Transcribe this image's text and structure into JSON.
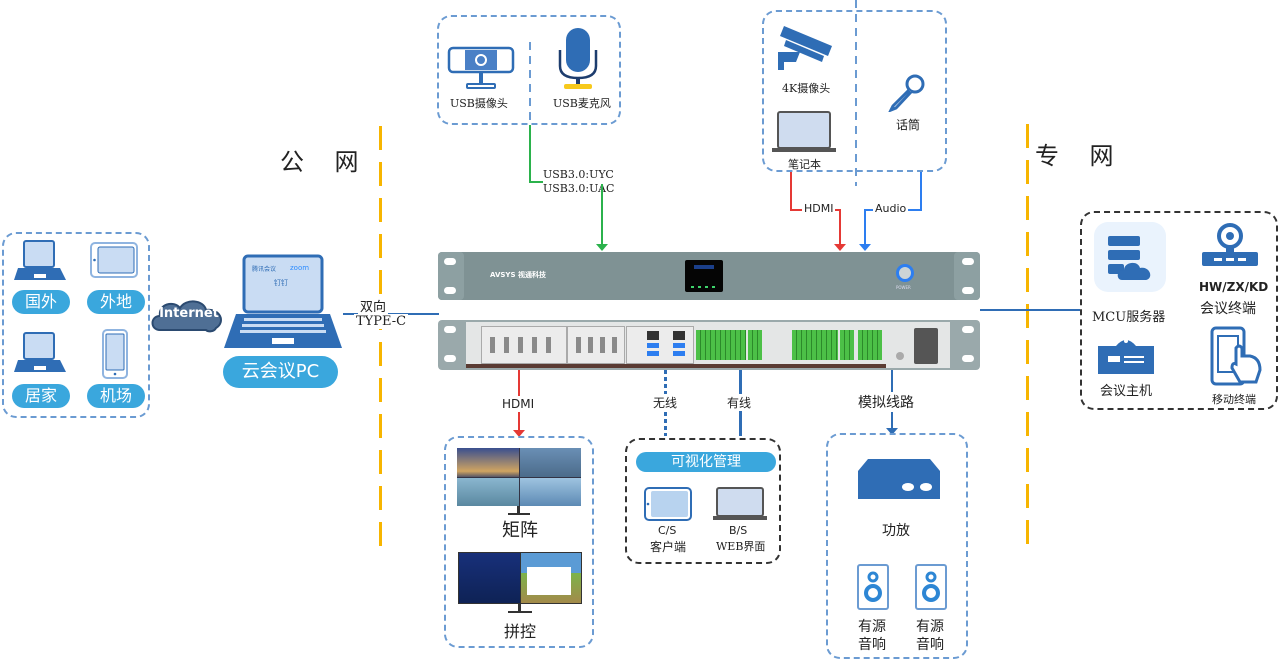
{
  "zones": {
    "public_label": "公    网",
    "private_label": "专    网"
  },
  "remote_sites": {
    "items": [
      {
        "label": "国外",
        "icon": "laptop-icon"
      },
      {
        "label": "外地",
        "icon": "tablet-icon"
      },
      {
        "label": "居家",
        "icon": "laptop-icon"
      },
      {
        "label": "机场",
        "icon": "phone-icon"
      }
    ],
    "cloud_label": "Internet"
  },
  "cloud_pc": {
    "label": "云会议PC",
    "apps": [
      "腾讯会议",
      "zoom",
      "钉钉"
    ]
  },
  "typec_link": {
    "line1": "双向",
    "line2": "TYPE-C"
  },
  "usb_devices": {
    "camera_label": "USB摄像头",
    "mic_label": "USB麦克风",
    "link_line1": "USB3.0:UYC",
    "link_line2": "USB3.0:UAC"
  },
  "av_devices": {
    "camera_label": "4K摄像头",
    "laptop_label": "笔记本",
    "mic_label": "话筒",
    "hdmi_label": "HDMI",
    "audio_label": "Audio"
  },
  "device": {
    "brand": "AVSYS 视通科技",
    "power_label": "POWER"
  },
  "private_devices": {
    "mcu_label": "MCU服务器",
    "terminal_line1": "HW/ZX/KD",
    "terminal_line2": "会议终端",
    "host_label": "会议主机",
    "mobile_label": "移动终端"
  },
  "outputs": {
    "hdmi_label": "HDMI",
    "wireless_label": "无线",
    "wired_label": "有线",
    "analog_label": "模拟线路"
  },
  "displays": {
    "matrix_label": "矩阵",
    "splice_label": "拼控"
  },
  "management": {
    "title": "可视化管理",
    "cs_line1": "C/S",
    "cs_line2": "客户端",
    "bs_line1": "B/S",
    "bs_line2": "WEB界面"
  },
  "audio_out": {
    "amp_label": "功放",
    "speaker1_line1": "有源",
    "speaker1_line2": "音响",
    "speaker2_line1": "有源",
    "speaker2_line2": "音响"
  },
  "colors": {
    "blue": "#2f6db5",
    "light_blue": "#3aa7dd",
    "yellow": "#f7b500",
    "red": "#e53935",
    "green": "#2bb24c"
  }
}
